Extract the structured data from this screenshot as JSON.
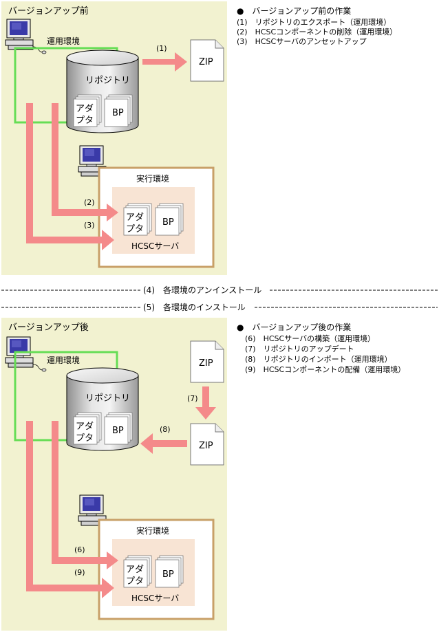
{
  "before": {
    "panel_title": "バージョンアップ前",
    "env_label": "運用環境",
    "repository_label": "リポジトリ",
    "adapter_line1": "アダ",
    "adapter_line2": "プタ",
    "bp_label": "BP",
    "zip_label": "ZIP",
    "exec_env_label": "実行環境",
    "hcsc_server_label": "HCSCサーバ",
    "step1": "(1)",
    "step2": "(2)",
    "step3": "(3)",
    "tasks_title": "●　バージョンアップ前の作業",
    "tasks": [
      "(1)　リポジトリのエクスポート（運用環境）",
      "(2)　HCSCコンポーネントの削除（運用環境）",
      "(3)　HCSCサーバのアンセットアップ"
    ]
  },
  "middle": {
    "uninstall": "(4)　各環境のアンインストール",
    "install": "(5)　各環境のインストール"
  },
  "after": {
    "panel_title": "バージョンアップ後",
    "env_label": "運用環境",
    "repository_label": "リポジトリ",
    "adapter_line1": "アダ",
    "adapter_line2": "プタ",
    "bp_label": "BP",
    "zip_top_label": "ZIP",
    "zip_bottom_label": "ZIP",
    "exec_env_label": "実行環境",
    "hcsc_server_label": "HCSCサーバ",
    "step6": "(6)",
    "step7": "(7)",
    "step8": "(8)",
    "step9": "(9)",
    "tasks_title": "●　バージョンアップ後の作業",
    "tasks": [
      "(6)　HCSCサーバの構築（運用環境）",
      "(7)　リポジトリのアップデート",
      "(8)　リポジトリのインポート（運用環境）",
      "(9)　HCSCコンポーネントの配備（運用環境）"
    ]
  },
  "colors": {
    "panel_bg": "#f2f2d0",
    "env_border": "#66dd55",
    "exec_border": "#c8a068",
    "arrow": "#f48a8a",
    "server_bg": "#f8e4d4"
  }
}
